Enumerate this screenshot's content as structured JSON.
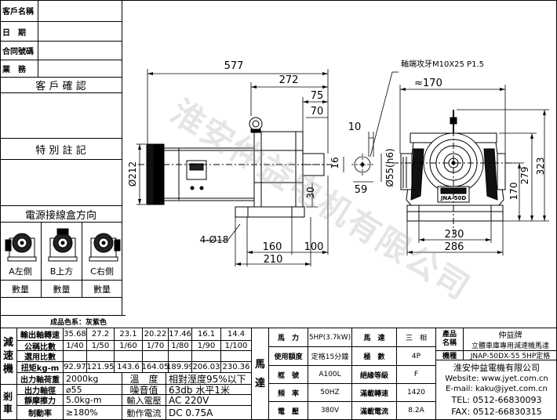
{
  "left_panel": {
    "customer_name": "客戶名稱",
    "date": "日　期",
    "contract_no": "合同號碼",
    "sales": "業　務",
    "customer_confirm": "客 戶 確 認",
    "special_notes": "特 別 註 記",
    "junction_box_direction": "電源接線盒方向",
    "directions": [
      "A左側",
      "B上方",
      "C右側"
    ],
    "quantity": "數量"
  },
  "dimensions": {
    "total_length": "577",
    "d272": "272",
    "d75": "75",
    "d70": "70",
    "d10": "10",
    "d16": "16",
    "d59": "59",
    "shaft_dia": "Ø55(h6)",
    "motor_dia": "Ø212",
    "d30": "30",
    "holes": "4-Ø18",
    "d160": "160",
    "d100": "100",
    "d210": "210",
    "shaft_thread": "軸端攻牙M10X25 P1.5",
    "approx170": "≈170",
    "d170": "170",
    "d279": "279",
    "d323": "323",
    "d230": "230",
    "d286": "286",
    "nameplate_model": "JNA-50D"
  },
  "finish_color": "成品色系：灰紫色",
  "reducer": {
    "group_label": "減速機",
    "rows": [
      {
        "label": "輸出軸轉速",
        "values": [
          "35.68",
          "27.2",
          "23.1",
          "20.22",
          "17.46",
          "16.1",
          "14.4"
        ]
      },
      {
        "label": "公稱比數",
        "values": [
          "1/40",
          "1/50",
          "1/60",
          "1/70",
          "1/80",
          "1/90",
          "1/100"
        ]
      },
      {
        "label": "選用比數",
        "values": [
          "",
          "",
          "",
          "",
          "",
          "",
          ""
        ]
      },
      {
        "label": "扭矩kg-m",
        "values": [
          "92.97",
          "121.95",
          "143.6",
          "164.05",
          "189.99",
          "206.03",
          "230.36"
        ]
      }
    ],
    "load_label": "出力軸荷重",
    "load_value": "2000kg",
    "temp_label": "溫　度",
    "temp_value": "相對溼度95%以下",
    "diam_label": "出力軸徑",
    "diam_value": "⌀55",
    "noise_label": "噪音值",
    "noise_value": "63db 水平1米"
  },
  "brake": {
    "group_label": "剎車",
    "static_label": "靜摩擦力",
    "static_value": "5.0kg-m",
    "input_label": "輸入電壓",
    "input_value": "AC 220V",
    "rate_label": "制動率",
    "rate_value": "≥180%",
    "current_label": "動作電流",
    "current_value": "DC 0.75A"
  },
  "motor": {
    "group_label": "馬達",
    "rows": [
      {
        "l1": "馬　力",
        "v1": "5HP(3.7kW)",
        "l2": "馬　達",
        "v2": "三　相"
      },
      {
        "l1": "使用額度",
        "v1": "定格15分鐘",
        "l2": "極　數",
        "v2": "4P"
      },
      {
        "l1": "框　號",
        "v1": "A100L",
        "l2": "絕緣等級",
        "v2": "F"
      },
      {
        "l1": "頻　率",
        "v1": "50HZ",
        "l2": "滿載轉速",
        "v2": "1420"
      },
      {
        "l1": "電　壓",
        "v1": "380V",
        "l2": "滿載電流",
        "v2": "8.2A"
      }
    ]
  },
  "product": {
    "name_label": "產品名稱",
    "name_value_1": "仲益牌",
    "name_value_2": "立體車庫專用減速機馬達",
    "model_label": "機種",
    "model_value": "JNAP-50DX-55  5HP定格"
  },
  "company": {
    "name": "淮安仲益電機有限公司",
    "website": "Website: www.jyet.com.cn",
    "email": "E-mail: kaku@jyet.com.cn",
    "tel": "TEL: 0512-66830093",
    "fax": "FAX: 0512-66830315"
  },
  "watermark": "淮安仲益电机有限公司"
}
